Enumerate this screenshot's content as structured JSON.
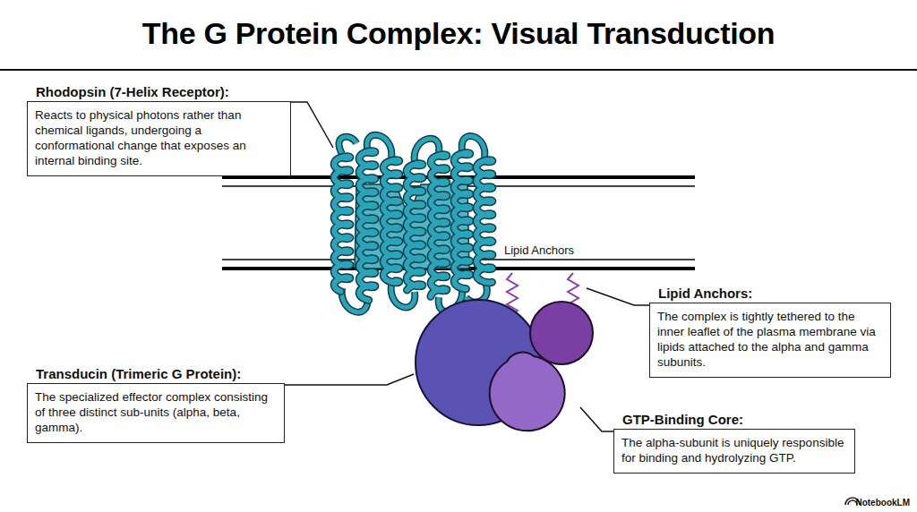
{
  "diagram": {
    "title": "The G Protein Complex: Visual Transduction",
    "nodes": [
      {
        "text": [
          "Rhodopsin (7-Helix Receptor):",
          "Reacts to physical photons rather than chemical ligands, undergoing a conformational change that exposes an internal binding site."
        ]
      },
      {
        "text": [
          "Lipid Anchors:",
          "The complex is tightly tethered to the inner leaflet of the plasma membrane via lipids attached to the alpha and gamma subunits."
        ]
      },
      {
        "text": [
          "Transducin (Trimeric G Protein):",
          "The specialized effector complex consisting of three distinct sub-units (alpha, beta, gamma)."
        ]
      },
      {
        "text": [
          "GTP-Binding Core:",
          "The alpha-subunit is uniquely responsible for binding and hydrolyzing GTP."
        ]
      }
    ],
    "labels": [
      "Lipid Anchors",
      "NotebookLM"
    ]
  }
}
